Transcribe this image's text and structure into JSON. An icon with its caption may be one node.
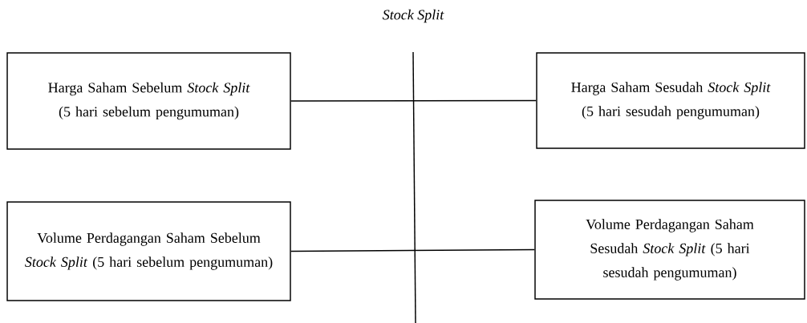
{
  "diagram": {
    "nodes": [
      {
        "text": [
          "Harga Saham Sebelum *Stock Split* (5 hari sebelum pengumuman)"
        ]
      },
      {
        "text": [
          "Harga Saham Sesudah *Stock Split* (5 hari sesudah pengumuman)"
        ]
      },
      {
        "text": [
          "Volume Perdagangan Saham Sebelum *Stock Split* (5 hari sebelum pengumuman)"
        ]
      },
      {
        "text": [
          "Volume Perdagangan Saham Sesudah *Stock Split* (5 hari sesudah pengumuman)"
        ]
      }
    ],
    "edges": [
      {
        "from": 0,
        "to": 1,
        "arrow": "none"
      },
      {
        "from": 2,
        "to": 3,
        "arrow": "none"
      }
    ],
    "labels": [
      "Stock Split"
    ]
  }
}
